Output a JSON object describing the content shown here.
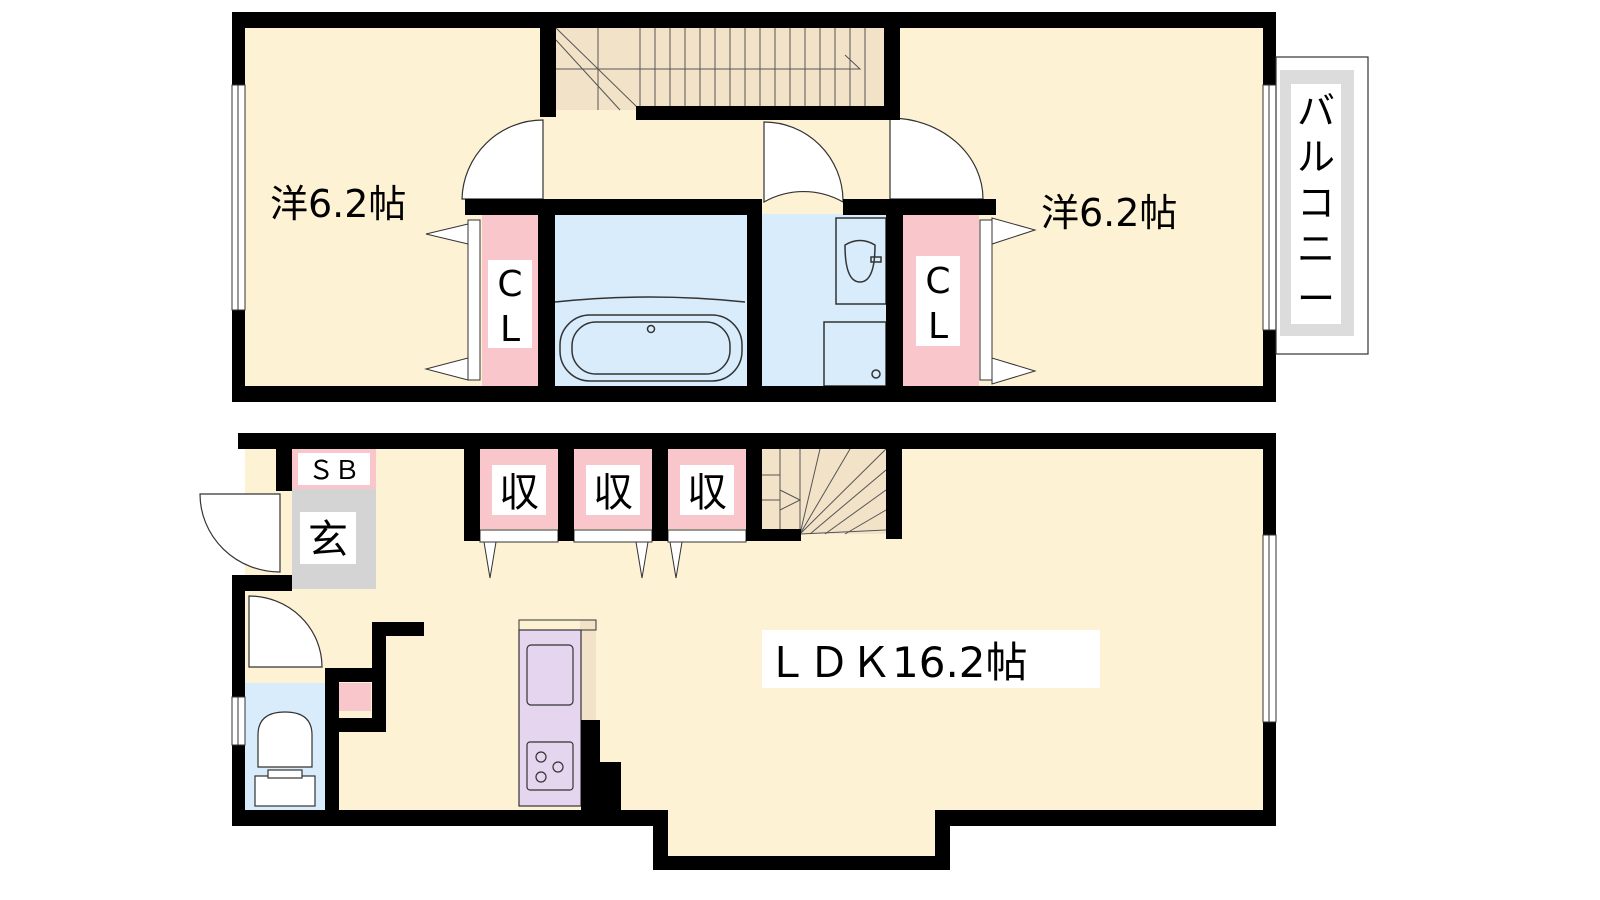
{
  "upper_floor": {
    "western_room_left": "洋6.2帖",
    "western_room_right": "洋6.2帖",
    "closet_left": [
      "C",
      "L"
    ],
    "closet_right": [
      "C",
      "L"
    ],
    "balcony": [
      "バ",
      "ル",
      "コ",
      "ニ",
      "ー"
    ]
  },
  "lower_floor": {
    "ldk": "ＬＤＫ16.2帖",
    "shoe_box": "ＳＢ",
    "entrance": "玄",
    "storage": [
      "収",
      "収",
      "収"
    ]
  },
  "colors": {
    "room": "#fdf2d4",
    "closet": "#f8c6cb",
    "wet_area": "#d9ecfb",
    "stairs": "#f2e2c8",
    "entrance": "#d4d4d4",
    "kitchen": "#e5d5ee",
    "balcony": "#dcdcdc",
    "wall": "#000000"
  },
  "icons": {
    "bathtub": "bathtub-icon",
    "washbasin": "washbasin-icon",
    "toilet": "toilet-icon",
    "stove": "stove-icon",
    "sink": "sink-icon",
    "stairs": "stairs-icon"
  }
}
